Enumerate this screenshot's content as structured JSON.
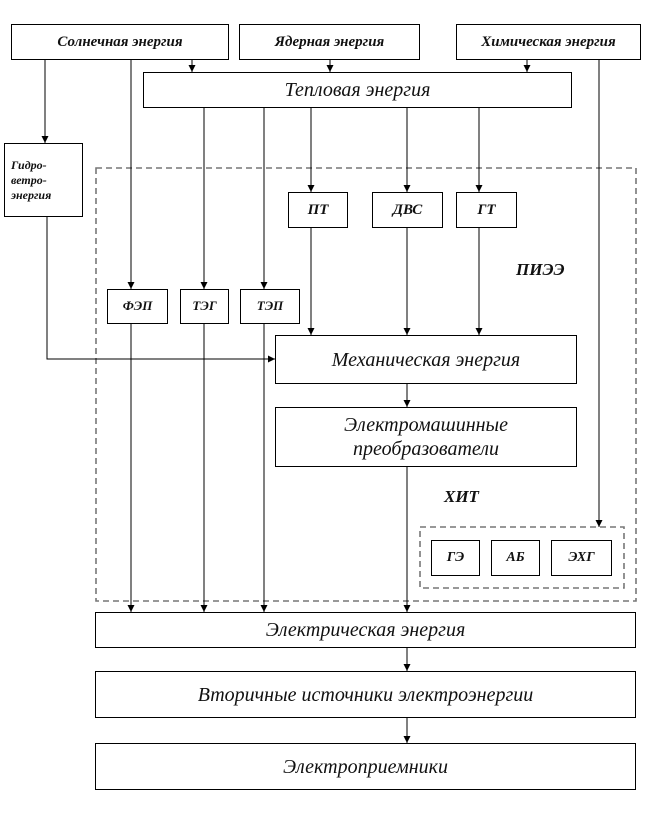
{
  "sources": {
    "solar": "Солнечная энергия",
    "nuclear": "Ядерная энергия",
    "chemical": "Химическая энергия"
  },
  "thermal": "Тепловая энергия",
  "hydro_wind": [
    "Гидро-",
    "ветро-",
    "энергия"
  ],
  "converters": {
    "pt": "ПТ",
    "dvs": "ДВС",
    "gt": "ГТ",
    "fep": "ФЭП",
    "teg": "ТЭГ",
    "tep": "ТЭП"
  },
  "group_piee": "ПИЭЭ",
  "mechanical": "Механическая энергия",
  "electromachine": [
    "Электромашинные",
    "преобразователи"
  ],
  "group_hit": "ХИТ",
  "chemical_sources": {
    "ge": "ГЭ",
    "ab": "АБ",
    "ehg": "ЭХГ"
  },
  "electrical": "Электрическая энергия",
  "secondary": "Вторичные источники электроэнергии",
  "receivers": "Электроприемники"
}
